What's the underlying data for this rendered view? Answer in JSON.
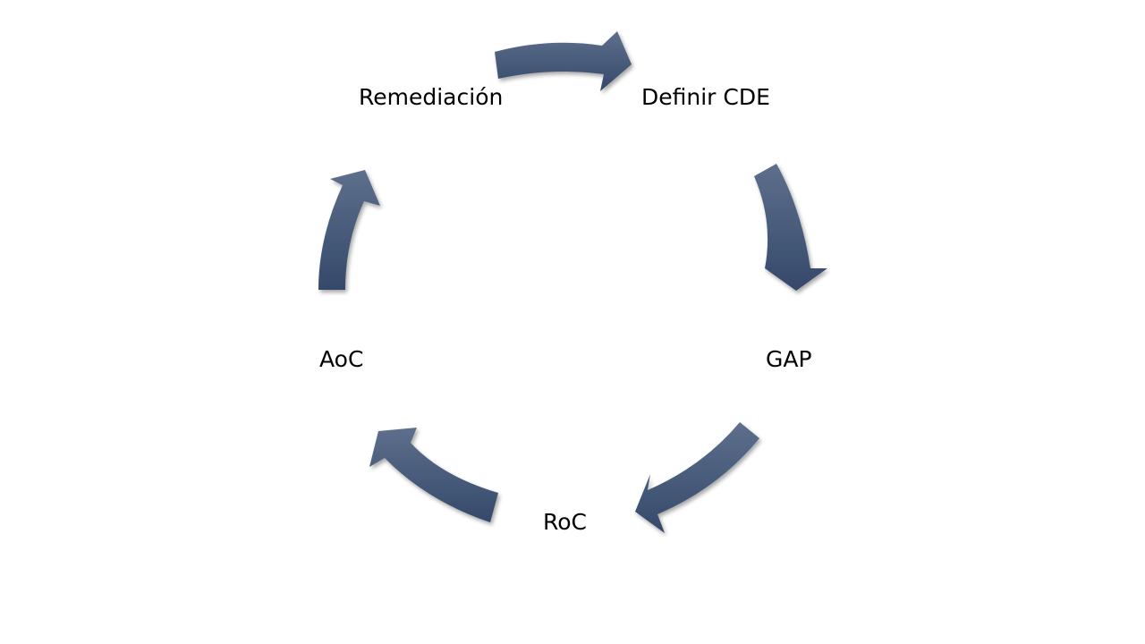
{
  "diagram": {
    "type": "cycle",
    "stages": [
      {
        "id": "definir-cde",
        "label": "Definir CDE"
      },
      {
        "id": "gap",
        "label": "GAP"
      },
      {
        "id": "roc",
        "label": "RoC"
      },
      {
        "id": "aoc",
        "label": "AoC"
      },
      {
        "id": "remediacion",
        "label": "Remediación"
      }
    ],
    "flow": "clockwise",
    "colors": {
      "arrow_fill_light": "#5d6f8c",
      "arrow_fill_dark": "#35496a",
      "text": "#000000",
      "background": "#ffffff"
    }
  }
}
